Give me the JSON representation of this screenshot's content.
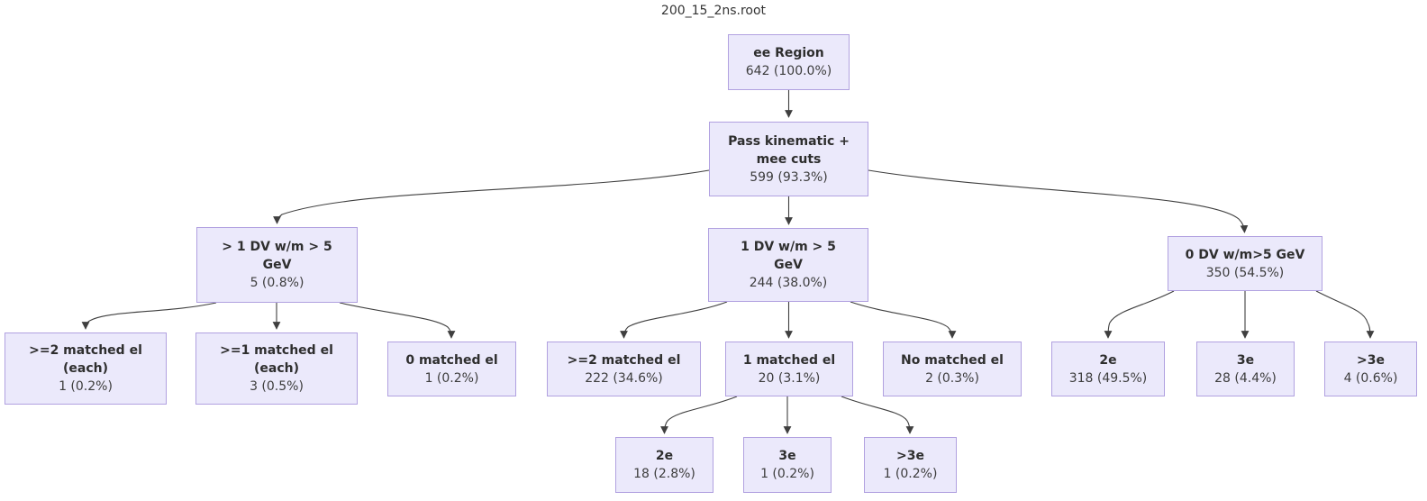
{
  "title": "200_15_2ns.root",
  "colors": {
    "node_fill": "#ebe9fb",
    "node_border": "#b1a1e0",
    "edge": "#3f3f3f",
    "label_text": "#2e2e2e",
    "count_text": "#3d3d3d"
  },
  "nodes": [
    {
      "id": "ee-region",
      "lines": [
        "ee Region"
      ],
      "count": "642 (100.0%)"
    },
    {
      "id": "pass-cuts",
      "lines": [
        "Pass kinematic +",
        "mee cuts"
      ],
      "count": "599 (93.3%)"
    },
    {
      "id": "gt1-dv",
      "lines": [
        "> 1 DV w/m > 5",
        "GeV"
      ],
      "count": "5 (0.8%)"
    },
    {
      "id": "one-dv",
      "lines": [
        "1 DV w/m > 5",
        "GeV"
      ],
      "count": "244 (38.0%)"
    },
    {
      "id": "zero-dv",
      "lines": [
        "0 DV w/m>5 GeV"
      ],
      "count": "350 (54.5%)"
    },
    {
      "id": "ge2-matched-each",
      "lines": [
        ">=2 matched el",
        "(each)"
      ],
      "count": "1 (0.2%)"
    },
    {
      "id": "ge1-matched-each",
      "lines": [
        ">=1 matched el",
        "(each)"
      ],
      "count": "3 (0.5%)"
    },
    {
      "id": "zero-matched",
      "lines": [
        "0 matched el"
      ],
      "count": "1 (0.2%)"
    },
    {
      "id": "ge2-matched",
      "lines": [
        ">=2 matched el"
      ],
      "count": "222 (34.6%)"
    },
    {
      "id": "one-matched",
      "lines": [
        "1 matched el"
      ],
      "count": "20 (3.1%)"
    },
    {
      "id": "no-matched",
      "lines": [
        "No matched el"
      ],
      "count": "2 (0.3%)"
    },
    {
      "id": "two-e-0dv",
      "lines": [
        "2e"
      ],
      "count": "318 (49.5%)"
    },
    {
      "id": "three-e-0dv",
      "lines": [
        "3e"
      ],
      "count": "28 (4.4%)"
    },
    {
      "id": "gt3-e-0dv",
      "lines": [
        ">3e"
      ],
      "count": "4 (0.6%)"
    },
    {
      "id": "two-e-1matched",
      "lines": [
        "2e"
      ],
      "count": "18 (2.8%)"
    },
    {
      "id": "three-e-1matched",
      "lines": [
        "3e"
      ],
      "count": "1 (0.2%)"
    },
    {
      "id": "gt3-e-1matched",
      "lines": [
        ">3e"
      ],
      "count": "1 (0.2%)"
    }
  ]
}
